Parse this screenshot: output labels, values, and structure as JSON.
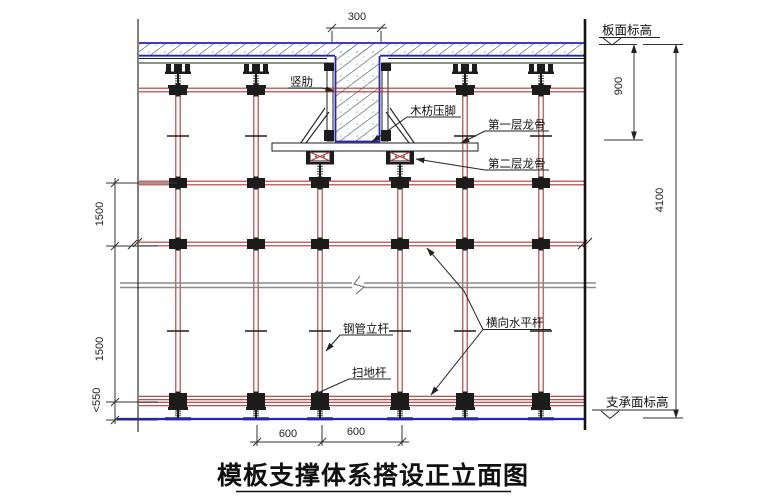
{
  "title": {
    "text": "模板支撑体系搭设正立面图"
  },
  "labels": {
    "vertical_rib": "竖肋",
    "wood_batten_kicker": "木枋压脚",
    "first_layer_joist": "第一层龙骨",
    "second_layer_joist": "第二层龙骨",
    "steel_pipe_post": "钢管立杆",
    "sweeping_bar": "扫地杆",
    "transverse_horizontal_bar": "横向水平杆"
  },
  "elevations": {
    "slab_surface": "板面标高",
    "bearing_surface": "支承面标高"
  },
  "dimensions": {
    "beam_width": "300",
    "slab_to_beam_bottom": "900",
    "total_height": "4100",
    "upper_step": "1500",
    "lower_step": "1500",
    "base_clearance": "<550",
    "bay_left": "600",
    "bay_right": "600"
  },
  "colors": {
    "scaffold_red": "#b03636",
    "formwork_blue": "#2323bd",
    "concrete_hatch": "#8a8f98",
    "break_line_gray": "#8a8a8a",
    "drawing_black": "#1c1c1c"
  }
}
